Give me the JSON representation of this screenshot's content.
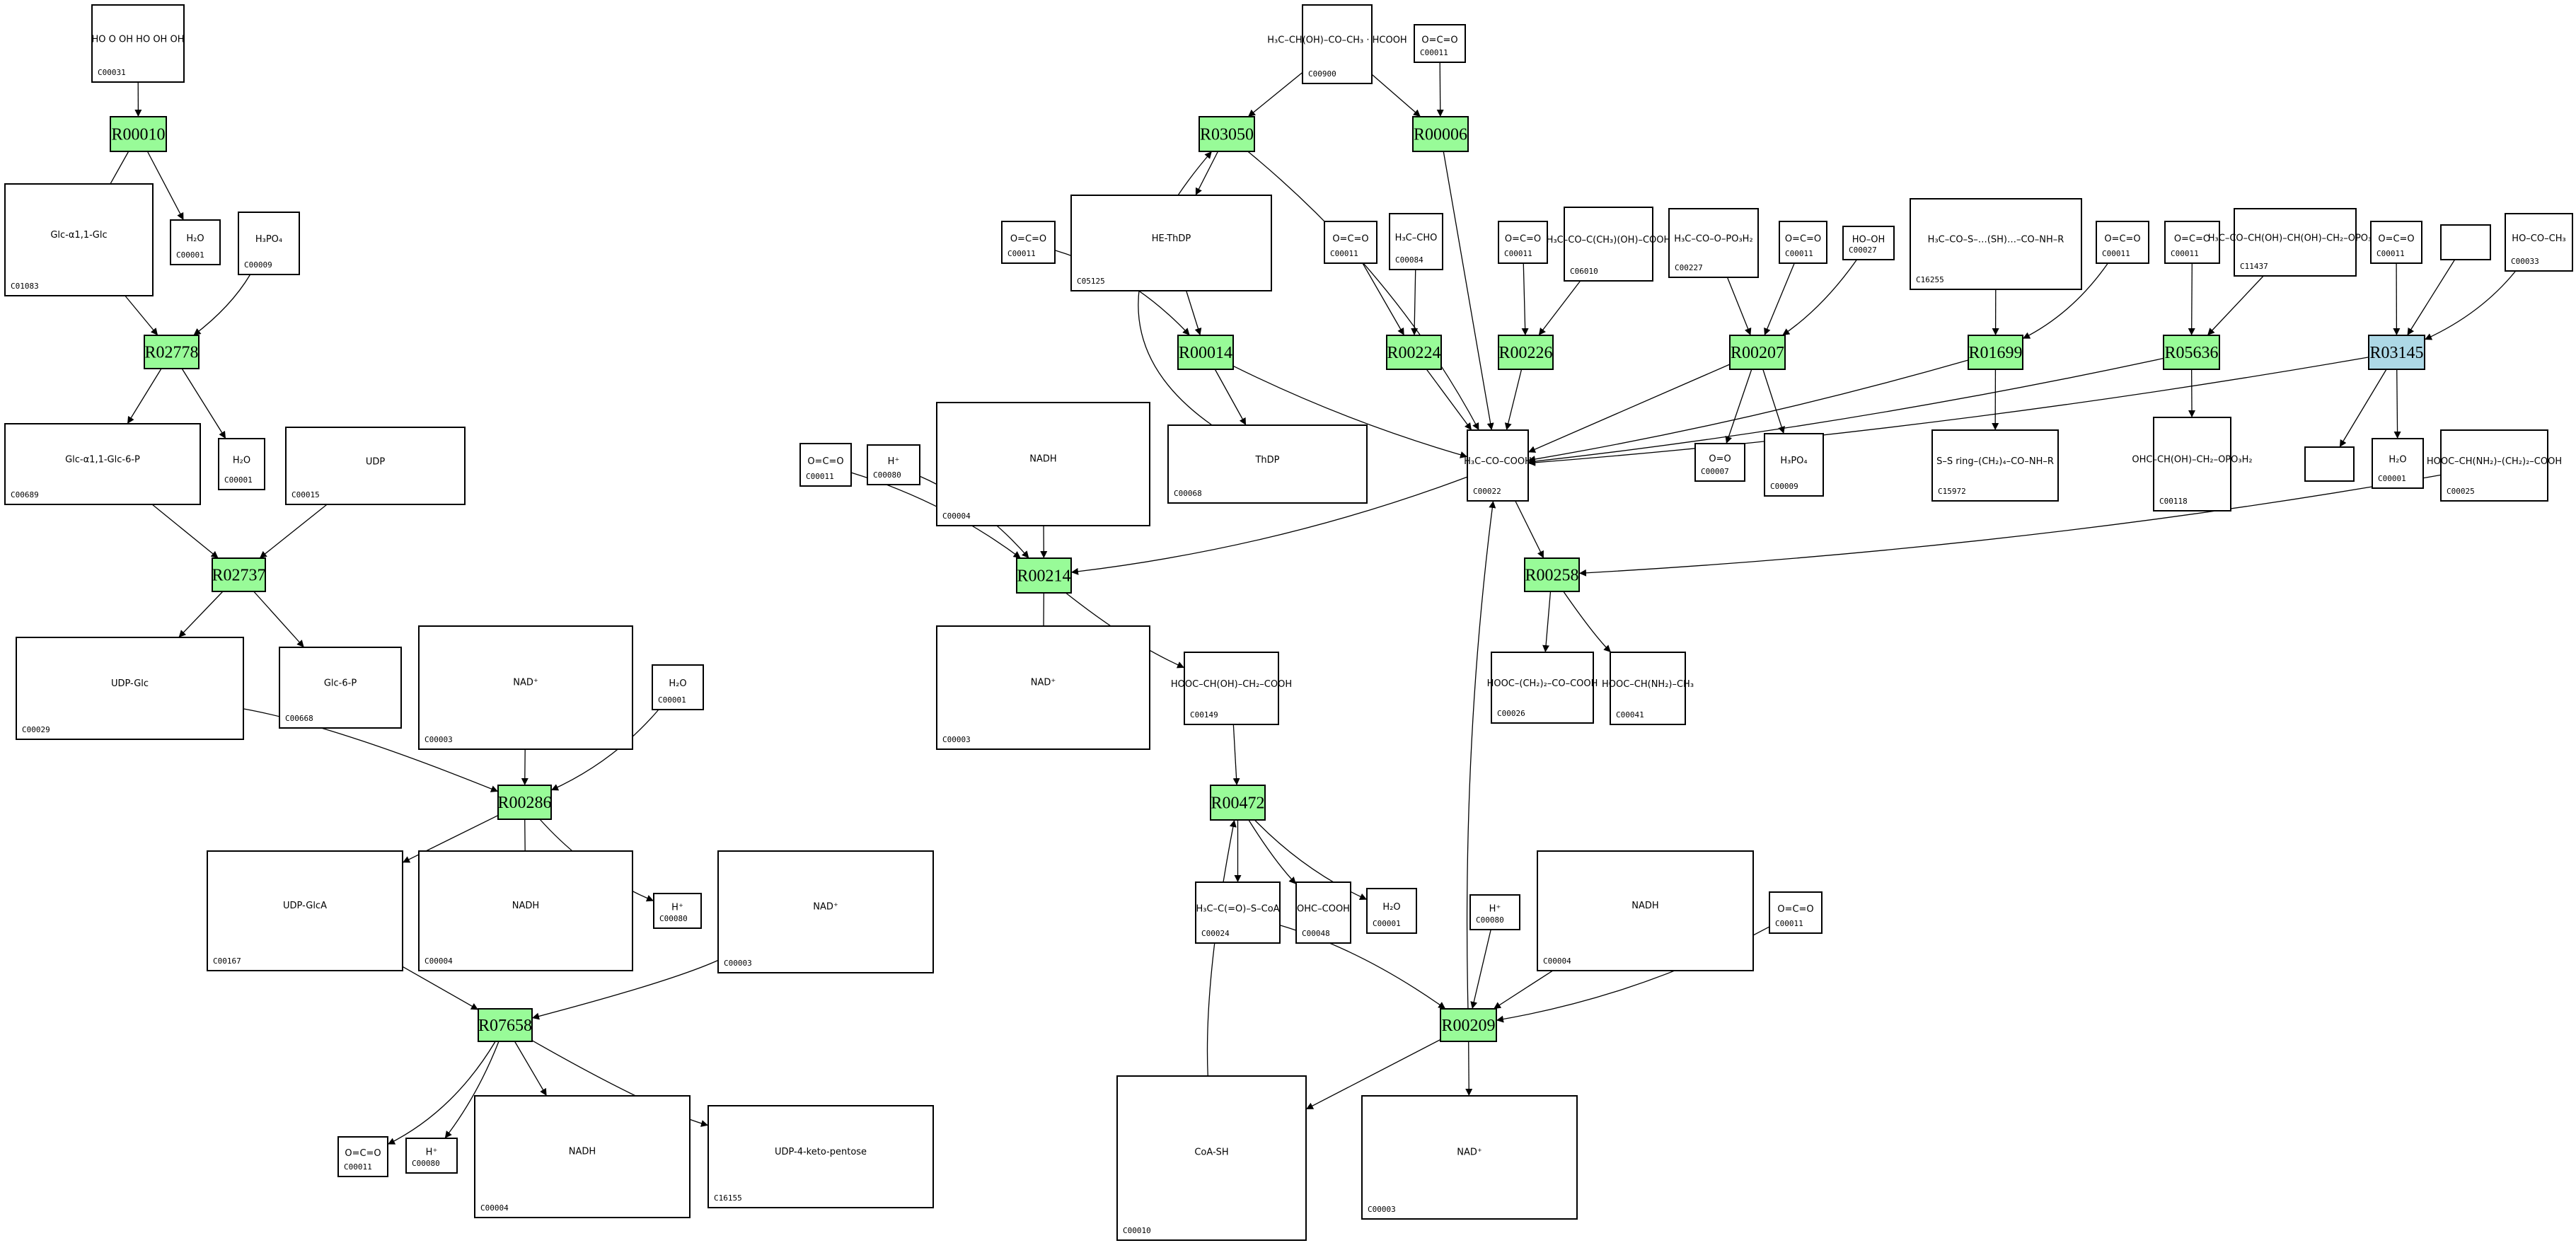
{
  "diagram": {
    "type": "metabolic-reaction-network",
    "colors": {
      "reaction_default": "#98fb98",
      "reaction_highlight": "#add8e6",
      "compound_fill": "#ffffff",
      "stroke": "#000000"
    },
    "reactions": [
      {
        "id": "R00010",
        "color": "#98fb98"
      },
      {
        "id": "R02778",
        "color": "#98fb98"
      },
      {
        "id": "R02737",
        "color": "#98fb98"
      },
      {
        "id": "R00286",
        "color": "#98fb98"
      },
      {
        "id": "R07658",
        "color": "#98fb98"
      },
      {
        "id": "R03050",
        "color": "#98fb98"
      },
      {
        "id": "R00006",
        "color": "#98fb98"
      },
      {
        "id": "R00014",
        "color": "#98fb98"
      },
      {
        "id": "R00224",
        "color": "#98fb98"
      },
      {
        "id": "R00226",
        "color": "#98fb98"
      },
      {
        "id": "R00207",
        "color": "#98fb98"
      },
      {
        "id": "R01699",
        "color": "#98fb98"
      },
      {
        "id": "R05636",
        "color": "#98fb98"
      },
      {
        "id": "R03145",
        "color": "#add8e6"
      },
      {
        "id": "R00214",
        "color": "#98fb98"
      },
      {
        "id": "R00258",
        "color": "#98fb98"
      },
      {
        "id": "R00472",
        "color": "#98fb98"
      },
      {
        "id": "R00209",
        "color": "#98fb98"
      }
    ],
    "compounds": [
      {
        "key": "c00031",
        "id": "C00031",
        "structure": "HO–CH2 pyranose, OH ×4 (glucose)"
      },
      {
        "key": "c01083",
        "id": "C01083",
        "structure": "glucosyl–O–glucose (trehalose)"
      },
      {
        "key": "c00001a",
        "id": "C00001",
        "structure": "H–O–H"
      },
      {
        "key": "c00009a",
        "id": "C00009",
        "structure": "HO–P(=O)(OH)–OH"
      },
      {
        "key": "c00689",
        "id": "C00689",
        "structure": "disaccharide–O–P(=O)(OH)–OH"
      },
      {
        "key": "c00001b",
        "id": "C00001",
        "structure": "H–O–H"
      },
      {
        "key": "c00015",
        "id": "C00015",
        "structure": "HO–P–O–P–O–ribose–uracil (UDP)"
      },
      {
        "key": "c00029",
        "id": "C00029",
        "structure": "glucose–O–P–O–P–O–ribose–uracil (UDP-glucose)"
      },
      {
        "key": "c00668",
        "id": "C00668",
        "structure": "HO–P(=O)(OH)–O–glucopyranose"
      },
      {
        "key": "c00003a",
        "id": "C00003",
        "structure": "nicotinamide⁺–ribose–O–P–O–P–O–ribose–adenine (NAD⁺)"
      },
      {
        "key": "c00001c",
        "id": "C00001",
        "structure": "H–O–H"
      },
      {
        "key": "c00167",
        "id": "C00167",
        "structure": "glucuronate–O–P–O–P–O–ribose–uracil (UDP-glucuronate)"
      },
      {
        "key": "c00004a",
        "id": "C00004",
        "structure": "dihydronicotinamide–ribose–P–P–ribose–adenine (NADH)"
      },
      {
        "key": "c00080a",
        "id": "C00080",
        "structure": "H⁺"
      },
      {
        "key": "c00003b",
        "id": "C00003",
        "structure": "NAD⁺"
      },
      {
        "key": "c00011a",
        "id": "C00011",
        "structure": "O=C=O"
      },
      {
        "key": "c00080b",
        "id": "C00080",
        "structure": "H⁺"
      },
      {
        "key": "c00004b",
        "id": "C00004",
        "structure": "NADH"
      },
      {
        "key": "c16155",
        "id": "C16155",
        "structure": "keto-pyranose–O–P–O–P–O–ribose–uracil"
      },
      {
        "key": "c00900",
        "id": "C00900",
        "structure": "H3C–C(OH)–C(=O)CH3 ; HO–C=O"
      },
      {
        "key": "c00011b",
        "id": "C00011",
        "structure": "O=C=O"
      },
      {
        "key": "c00011c",
        "id": "C00011",
        "structure": "O=C=O"
      },
      {
        "key": "c05125",
        "id": "C05125",
        "structure": "2-(1-hydroxyethyl)-thiamine diphosphate"
      },
      {
        "key": "c00011d",
        "id": "C00011",
        "structure": "O=C=O"
      },
      {
        "key": "c00084a",
        "id": "C00084",
        "structure": "H3C–CHO"
      },
      {
        "key": "c00011e",
        "id": "C00011",
        "structure": "O=C=O"
      },
      {
        "key": "c06010",
        "id": "C06010",
        "structure": "H3C–C(=O)–C(CH3)(OH)–COOH"
      },
      {
        "key": "c00227",
        "id": "C00227",
        "structure": "H3C–C(=O)–O–P(=O)(OH)–OH"
      },
      {
        "key": "c00011f",
        "id": "C00011",
        "structure": "O=C=O"
      },
      {
        "key": "c00027",
        "id": "C00027",
        "structure": "HO–OH"
      },
      {
        "key": "c16255",
        "id": "C16255",
        "structure": "H3C–C(=O)–S–…(SH)…–C(=O)–NH–R"
      },
      {
        "key": "c00011g",
        "id": "C00011",
        "structure": "O=C=O"
      },
      {
        "key": "c00011h",
        "id": "C00011",
        "structure": "O=C=O"
      },
      {
        "key": "c11437",
        "id": "C11437",
        "structure": "H3C–C(=O)–CH(OH)–CH(OH)–CH2–O–P(=O)(OH)–OH"
      },
      {
        "key": "c00011i",
        "id": "C00011",
        "structure": "O=C=O"
      },
      {
        "key": "blank1",
        "id": "",
        "structure": ""
      },
      {
        "key": "c00033",
        "id": "C00033",
        "structure": "HO–C(=O)–CH3"
      },
      {
        "key": "c00011j",
        "id": "C00011",
        "structure": "O=C=O"
      },
      {
        "key": "c00080c",
        "id": "C00080",
        "structure": "H⁺"
      },
      {
        "key": "c00004c",
        "id": "C00004",
        "structure": "NADH"
      },
      {
        "key": "c00068",
        "id": "C00068",
        "structure": "thiamine diphosphate"
      },
      {
        "key": "c00022",
        "id": "C00022",
        "structure": "H3C–C(=O)–C(=O)OH"
      },
      {
        "key": "c00007",
        "id": "C00007",
        "structure": "O=O"
      },
      {
        "key": "c00009b",
        "id": "C00009",
        "structure": "HO–P(=O)(OH)–OH"
      },
      {
        "key": "c15972",
        "id": "C15972",
        "structure": "S–S dithiolane–(CH2)4–C(=O)–NH–R"
      },
      {
        "key": "c00118",
        "id": "C00118",
        "structure": "OHC–CH(OH)–CH2–O–P(=O)(OH)–OH"
      },
      {
        "key": "blank2",
        "id": "",
        "structure": ""
      },
      {
        "key": "c00001d",
        "id": "C00001",
        "structure": "H–O–H"
      },
      {
        "key": "c00025",
        "id": "C00025",
        "structure": "HOOC–CH(NH2)–CH2CH2–COOH"
      },
      {
        "key": "c00003c",
        "id": "C00003",
        "structure": "NAD⁺"
      },
      {
        "key": "c00149",
        "id": "C00149",
        "structure": "HOOC–CH(OH)–CH2–COOH"
      },
      {
        "key": "c00026",
        "id": "C00026",
        "structure": "HOOC–CH2CH2–C(=O)–COOH"
      },
      {
        "key": "c00041",
        "id": "C00041",
        "structure": "HOOC–CH(NH2)–CH3"
      },
      {
        "key": "c00024",
        "id": "C00024",
        "structure": "H3C–C(=O)–S–CoA"
      },
      {
        "key": "c00048",
        "id": "C00048",
        "structure": "OHC–COOH"
      },
      {
        "key": "c00001e",
        "id": "C00001",
        "structure": "H–O–H"
      },
      {
        "key": "c00080d",
        "id": "C00080",
        "structure": "H⁺"
      },
      {
        "key": "c00004d",
        "id": "C00004",
        "structure": "NADH"
      },
      {
        "key": "c00011k",
        "id": "C00011",
        "structure": "O=C=O"
      },
      {
        "key": "c00010",
        "id": "C00010",
        "structure": "Coenzyme A (adenine–ribose–P–P–pantetheine–SH)"
      },
      {
        "key": "c00003d",
        "id": "C00003",
        "structure": "NAD⁺"
      }
    ],
    "struct_text": {
      "glucose": [
        "HO",
        "O",
        "OH",
        "HO",
        "OH",
        "OH"
      ],
      "water": "H₂O",
      "phosphate": "H₃PO₄",
      "co2": "O=C=O",
      "proton": "H⁺",
      "o2": "O=O",
      "h2o2": "HO–OH",
      "nad": "NAD⁺",
      "nadh": "NADH",
      "coa_ac": "H₃C–C(=O)–S–CoA",
      "pyruvate": "H₃C–CO–COOH",
      "acetaldehyde": "H₃C–CHO",
      "acetyl_p": "H₃C–CO–O–PO₃H₂",
      "acetolactate": "H₃C–CO–C(CH₃)(OH)–COOH",
      "acetoin_formate": "H₃C–CH(OH)–CO–CH₃ · HCOOH",
      "hethdp": "HE-ThDP",
      "thdp": "ThDP",
      "s_acetyl_dhl": "H₃C–CO–S–…(SH)…–CO–NH–R",
      "lipoamide": "S–S ring–(CH₂)₄–CO–NH–R",
      "dxp": "H₃C–CO–CH(OH)–CH(OH)–CH₂–OPO₃H₂",
      "g3p": "OHC–CH(OH)–CH₂–OPO₃H₂",
      "acetate": "HO–CO–CH₃",
      "glutamate": "HOOC–CH(NH₂)–(CH₂)₂–COOH",
      "akg": "HOOC–(CH₂)₂–CO–COOH",
      "alanine": "HOOC–CH(NH₂)–CH₃",
      "malate": "HOOC–CH(OH)–CH₂–COOH",
      "glyoxylate": "OHC–COOH",
      "trehalose": "Glc-α1,1-Glc",
      "trehalose6p": "Glc-α1,1-Glc-6-P",
      "udp": "UDP",
      "udpglc": "UDP-Glc",
      "g6p": "Glc-6-P",
      "udpglca": "UDP-GlcA",
      "udp4keto": "UDP-4-keto-pentose",
      "coa": "CoA-SH"
    }
  }
}
